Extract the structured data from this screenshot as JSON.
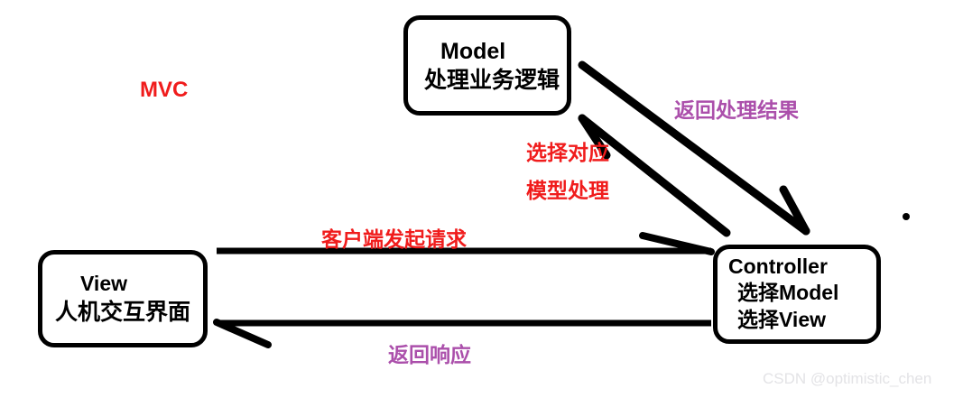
{
  "diagram": {
    "title_label": "MVC",
    "nodes": [
      {
        "id": "model",
        "lines": [
          "Model",
          "处理业务逻辑"
        ]
      },
      {
        "id": "view",
        "lines": [
          "View",
          "人机交互界面"
        ]
      },
      {
        "id": "controller",
        "lines": [
          "Controller",
          "选择Model",
          "选择View"
        ]
      }
    ],
    "edge_labels": {
      "request": "客户端发起请求",
      "select_line_1": "选择对应",
      "select_line_2": "模型处理",
      "result": "返回处理结果",
      "response": "返回响应"
    },
    "colors": {
      "red": "#f01c1c",
      "purple": "#ab4fab",
      "stroke": "#000000",
      "watermark": "#e3e3e6",
      "background": "#ffffff"
    }
  },
  "watermark": {
    "text": "CSDN @optimistic_chen"
  }
}
